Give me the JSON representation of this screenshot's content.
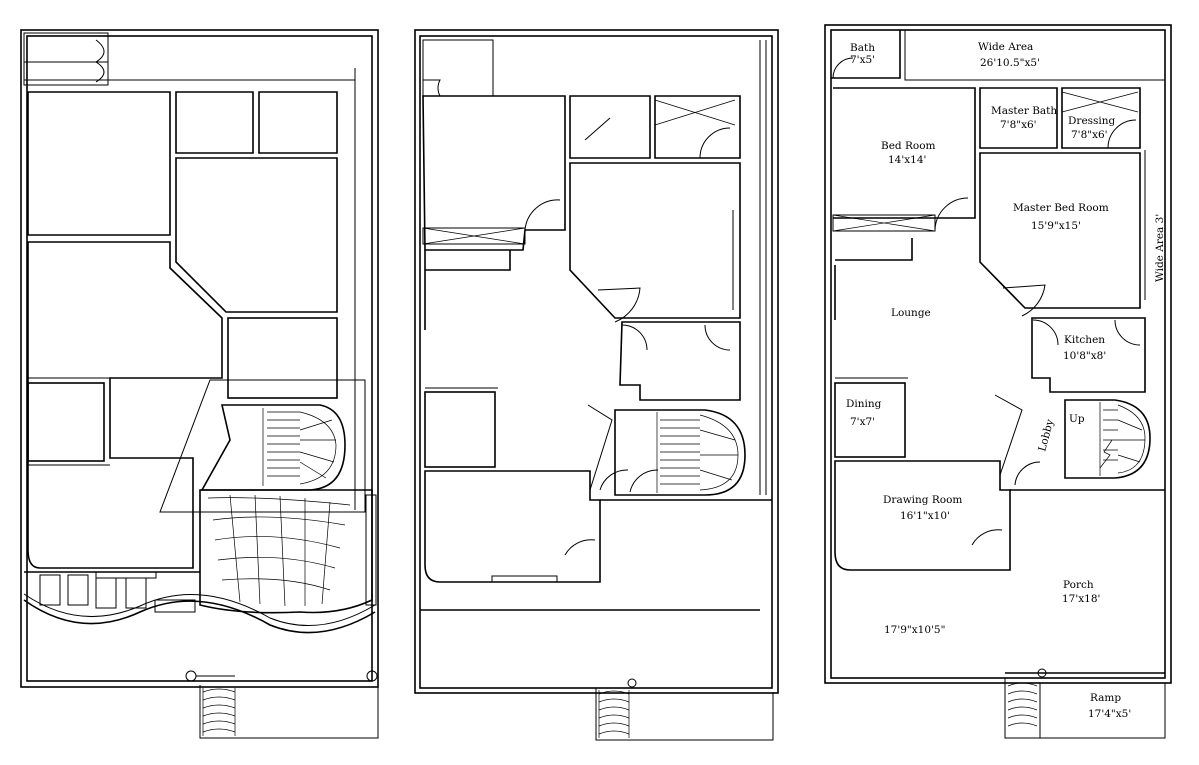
{
  "plans": [
    {
      "id": "plan-left"
    },
    {
      "id": "plan-middle"
    },
    {
      "id": "plan-right"
    }
  ],
  "rooms": {
    "bath": {
      "name": "Bath",
      "size": "7'x5'"
    },
    "wide_area_top": {
      "name": "Wide Area",
      "size": "26'10.5\"x5'"
    },
    "master_bath": {
      "name": "Master Bath",
      "size": "7'8\"x6'"
    },
    "dressing": {
      "name": "Dressing",
      "size": "7'8\"x6'"
    },
    "bed_room": {
      "name": "Bed Room",
      "size": "14'x14'"
    },
    "master_bed_room": {
      "name": "Master  Bed Room",
      "size": "15'9\"x15'"
    },
    "wide_area_side": {
      "name": "Wide Area 3'"
    },
    "lounge": {
      "name": "Lounge"
    },
    "kitchen": {
      "name": "Kitchen",
      "size": "10'8\"x8'"
    },
    "dining": {
      "name": "Dining",
      "size": "7'x7'"
    },
    "lobby": {
      "name": "Lobby"
    },
    "stair_up": {
      "name": "Up"
    },
    "drawing_room": {
      "name": "Drawing Room",
      "size": "16'1\"x10'"
    },
    "porch": {
      "name": "Porch",
      "size": "17'x18'"
    },
    "porch_extra": {
      "size": "17'9\"x10'5\""
    },
    "ramp": {
      "name": "Ramp",
      "size": "17'4\"x5'"
    }
  }
}
